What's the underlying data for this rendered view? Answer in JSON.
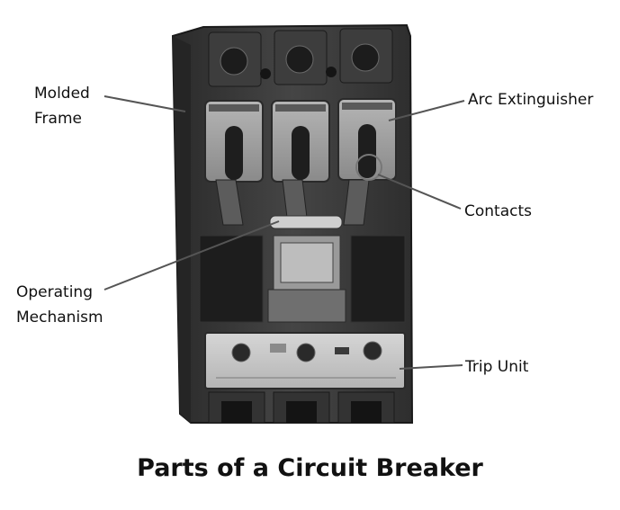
{
  "title": "Parts of a Circuit Breaker",
  "labels": {
    "molded_frame": [
      "Molded",
      "Frame"
    ],
    "arc_extinguisher": [
      "Arc Extinguisher"
    ],
    "contacts": [
      "Contacts"
    ],
    "operating_mechanism": [
      "Operating",
      "Mechanism"
    ],
    "trip_unit": [
      "Trip Unit"
    ]
  },
  "colors": {
    "housing": "#3a3a3a",
    "housing_dark": "#1f1f1f",
    "arc_chute": "#9c9c9c",
    "trip_panel": "#c8c8c8",
    "leader_line": "#555555"
  }
}
